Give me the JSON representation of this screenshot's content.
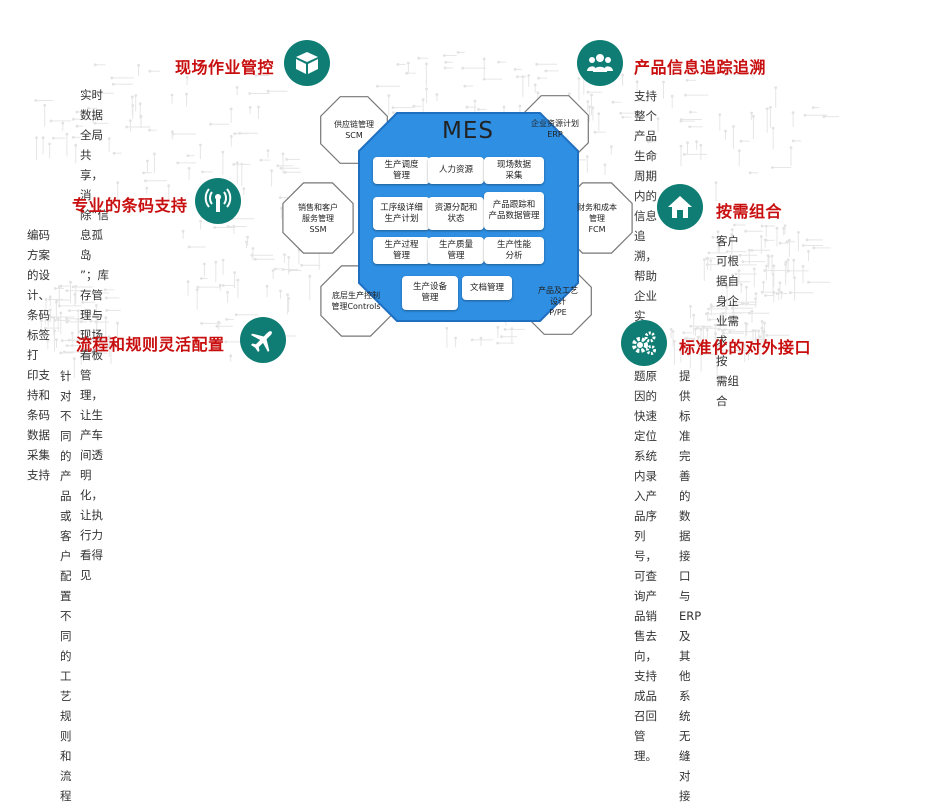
{
  "colors": {
    "accent": "#c80e0e",
    "icon_bg": "#0f7d74",
    "hub_blue": "#2f8fe3",
    "hub_border": "#1f6fc0"
  },
  "hub": {
    "title": "MES",
    "modules": [
      "生产调度\n管理",
      "人力资源",
      "现场数据\n采集",
      "工序级详细\n生产计划",
      "资源分配和\n状态",
      "产品跟踪和\n产品数据管理",
      "生产过程\n管理",
      "生产质量\n管理",
      "生产性能\n分析",
      "生产设备\n管理",
      "文档管理"
    ]
  },
  "satellites": [
    "供应链管理\nSCM",
    "企业资源计划\nERP",
    "财务和成本\n管理\nFCM",
    "产品及工艺\n设计\nP/PE",
    "底层生产控制\n管理Controls",
    "销售和客户\n服务管理\nSSM"
  ],
  "features": [
    {
      "title": "现场作业管控",
      "icon": "cube-icon",
      "desc": "实时数据全局共享，消除”信息孤岛\n”；库存管理与现场看板管理，让生\n产车间透明化，让执行力看得见"
    },
    {
      "title": "专业的条码支持",
      "icon": "barcode-signal-icon",
      "desc": "编码方案的设计、条码标签打\n印支持和条码数据采集支持"
    },
    {
      "title": "流程和规则灵活配置",
      "icon": "airplane-icon",
      "desc": "针对不同的产品或客户配置不\n同的工艺规则和流程"
    },
    {
      "title": "产品信息追踪追溯",
      "icon": "users-icon",
      "desc": "支持整个产品生命周期内的信息追溯，帮助企业实\n现质量问题原因的快速定位系统内录入产品序列号，\n可查询产品销售去向，支持成品召回管理。"
    },
    {
      "title": "按需组合",
      "icon": "home-icon",
      "desc": "客户可根据自身企业需求，按\n需组合"
    },
    {
      "title": "标准化的对外接口",
      "icon": "gears-icon",
      "desc": "提供标准完善的数据接口与\nERP及其他系统无缝对接"
    }
  ]
}
